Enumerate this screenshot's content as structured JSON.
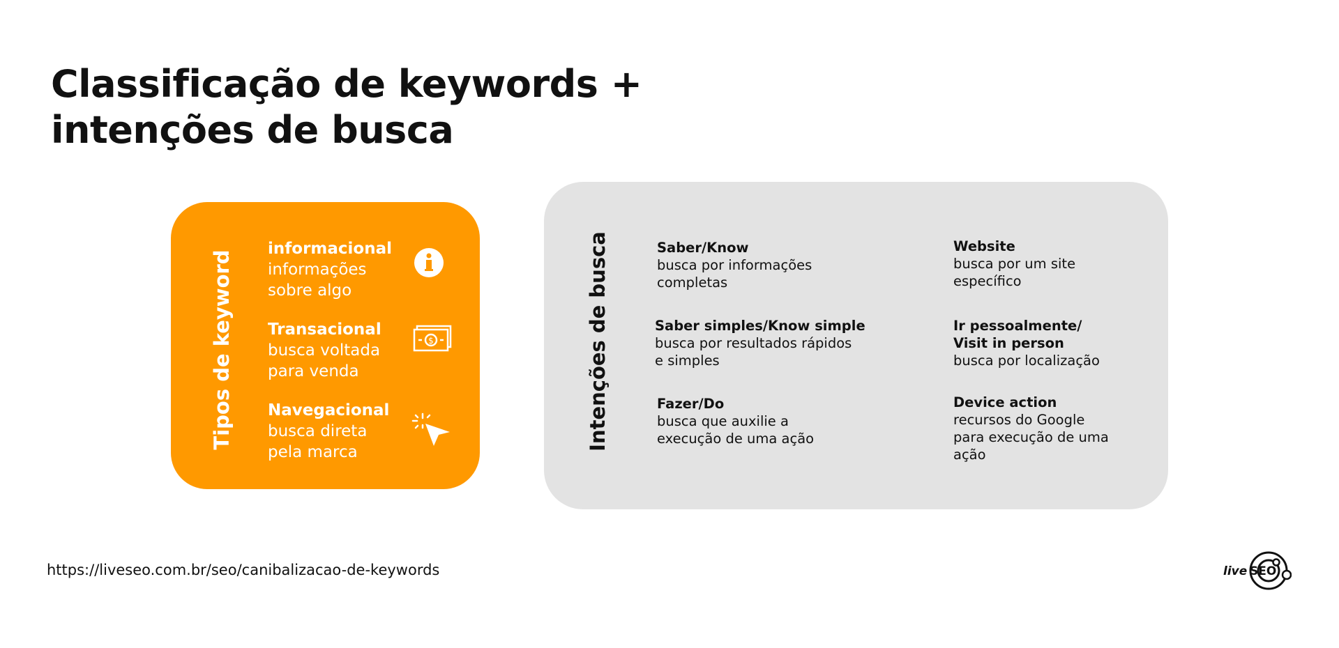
{
  "title_lines": [
    "Classificação de keywords +",
    "intenções de busca"
  ],
  "colors": {
    "orange": "#FF9900",
    "gray": "#E3E3E3",
    "text": "#111111"
  },
  "keyword_types": {
    "label": "Tipos de keyword",
    "items": [
      {
        "heading": "informacional",
        "lines": [
          "informações",
          "sobre algo"
        ],
        "icon": "info-icon"
      },
      {
        "heading": "Transacional",
        "lines": [
          "busca voltada",
          "para venda"
        ],
        "icon": "money-bill-icon"
      },
      {
        "heading": "Navegacional",
        "lines": [
          "busca direta",
          "pela marca"
        ],
        "icon": "cursor-click-icon"
      }
    ]
  },
  "search_intents": {
    "label": "Intenções de busca",
    "items": [
      {
        "heading": [
          "Saber/Know"
        ],
        "lines": [
          "busca por informações",
          "completas"
        ]
      },
      {
        "heading": [
          "Saber simples/Know simple"
        ],
        "lines": [
          "busca por resultados rápidos",
          "e simples"
        ]
      },
      {
        "heading": [
          "Fazer/Do"
        ],
        "lines": [
          "busca que auxilie a",
          "execução de uma ação"
        ]
      },
      {
        "heading": [
          "Website"
        ],
        "lines": [
          "busca por um site",
          "específico"
        ]
      },
      {
        "heading": [
          "Ir pessoalmente/",
          "Visit in person"
        ],
        "lines": [
          "busca por localização"
        ]
      },
      {
        "heading": [
          "Device action"
        ],
        "lines": [
          "recursos do Google",
          "para execução de uma",
          "ação"
        ]
      }
    ]
  },
  "url": "https://liveseo.com.br/seo/canibalizacao-de-keywords",
  "logo_text": "liveSEO"
}
